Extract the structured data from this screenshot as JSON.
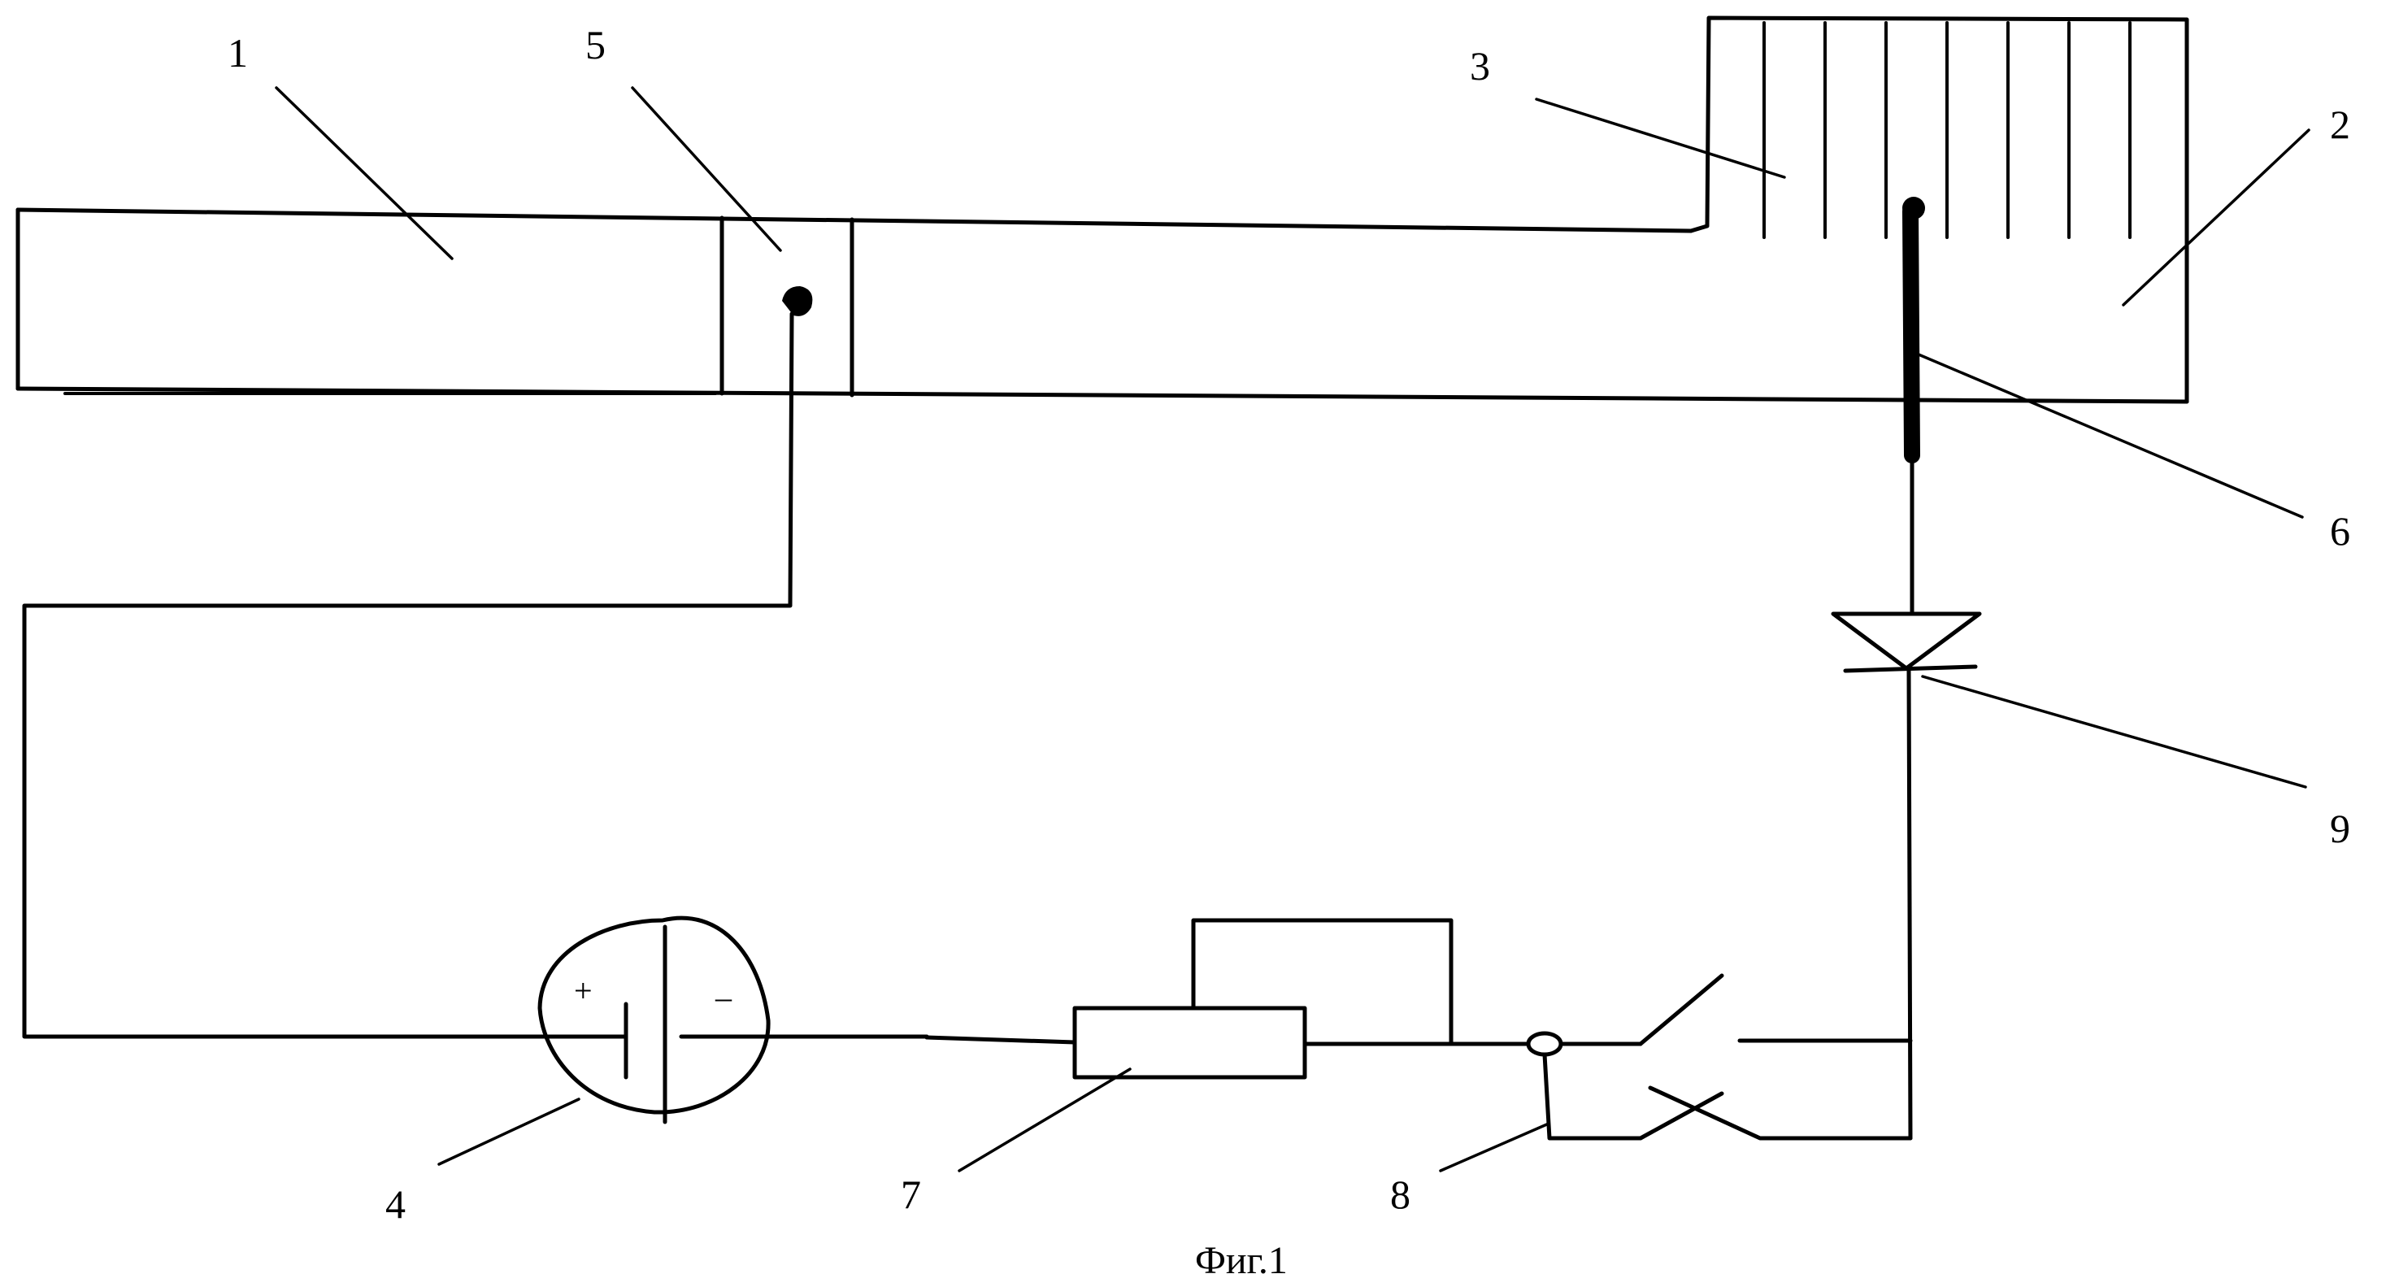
{
  "diagram": {
    "labels": {
      "n1": "1",
      "n2": "2",
      "n3": "3",
      "n4": "4",
      "n5": "5",
      "n6": "6",
      "n7": "7",
      "n8": "8",
      "n9": "9"
    },
    "battery": {
      "plus": "+",
      "minus": "–"
    },
    "caption": "Фиг.1"
  }
}
